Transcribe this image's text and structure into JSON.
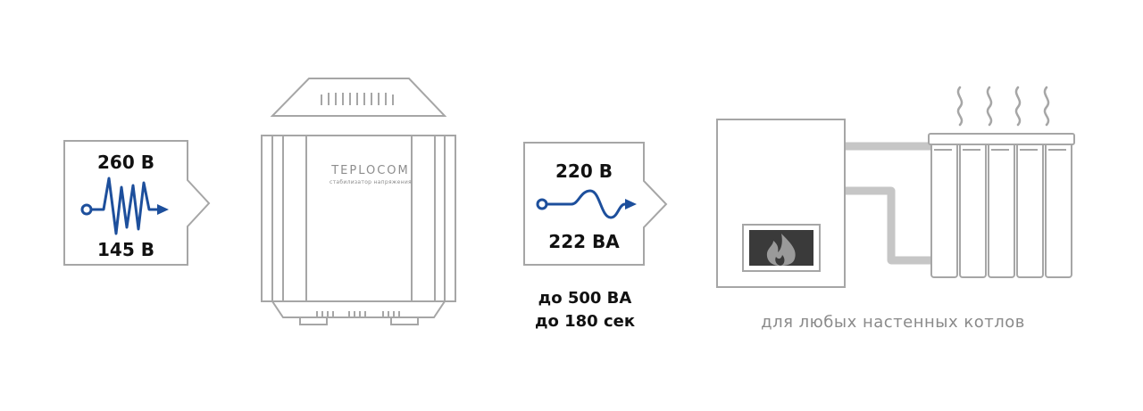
{
  "input_panel": {
    "max_voltage": "260 В",
    "min_voltage": "145 В"
  },
  "stabilizer": {
    "brand": "TEPLOCOM",
    "subtitle": "стабилизатор напряжения"
  },
  "output_panel": {
    "voltage": "220 В",
    "power": "222 ВА"
  },
  "specs": {
    "peak_power": "до 500 ВА",
    "peak_duration": "до 180 сек"
  },
  "boiler": {
    "caption": "для любых настенных котлов",
    "icon": "flame-icon"
  },
  "colors": {
    "outline": "#a6a6a6",
    "wave": "#1d4f9c",
    "text": "#111111",
    "caption": "#8a8a8a",
    "flame_window": "#3a3a3a"
  }
}
